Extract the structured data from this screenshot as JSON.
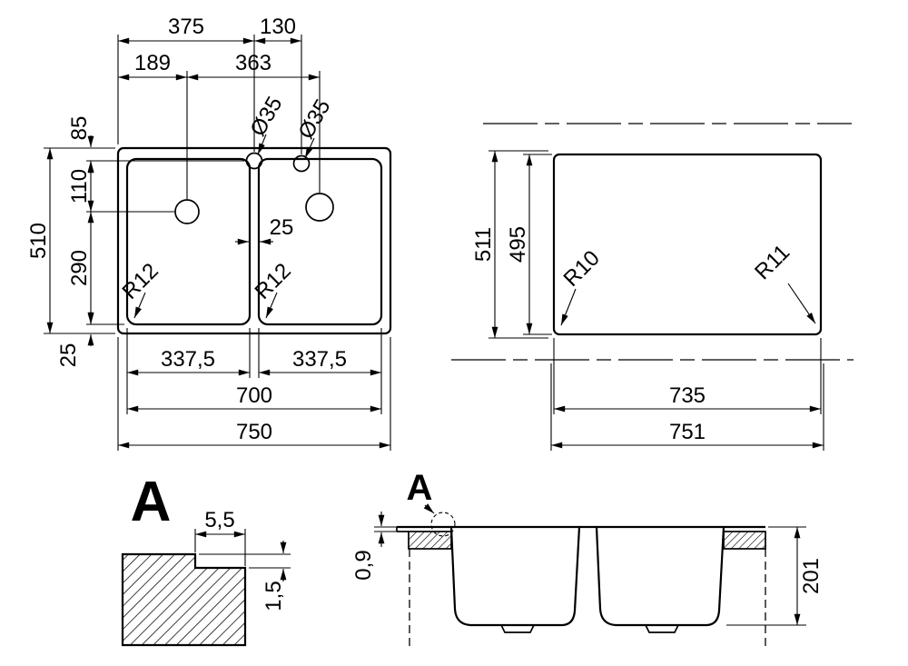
{
  "colors": {
    "line": "#000000",
    "background": "#ffffff"
  },
  "plan_view": {
    "dims": {
      "top_375": "375",
      "top_130": "130",
      "top_189": "189",
      "top_363": "363",
      "tap_hole_left": "Ø35",
      "tap_hole_right": "Ø35",
      "left_85": "85",
      "left_110": "110",
      "left_290": "290",
      "left_510": "510",
      "left_25": "25",
      "divider_25": "25",
      "radius_left": "R12",
      "radius_right": "R12",
      "bowl_left_width": "337,5",
      "bowl_right_width": "337,5",
      "bottom_700": "700",
      "bottom_750": "750"
    }
  },
  "cutout_view": {
    "dims": {
      "height_511": "511",
      "height_495": "495",
      "radius_bottom_left": "R10",
      "radius_bottom_right": "R11",
      "width_735": "735",
      "width_751": "751"
    }
  },
  "detail_view": {
    "label": "A",
    "dims": {
      "ledge_width": "5,5",
      "step_height": "1,5"
    }
  },
  "section_view": {
    "label": "A",
    "dims": {
      "rim_thickness": "0,9",
      "bowl_depth": "201"
    }
  }
}
